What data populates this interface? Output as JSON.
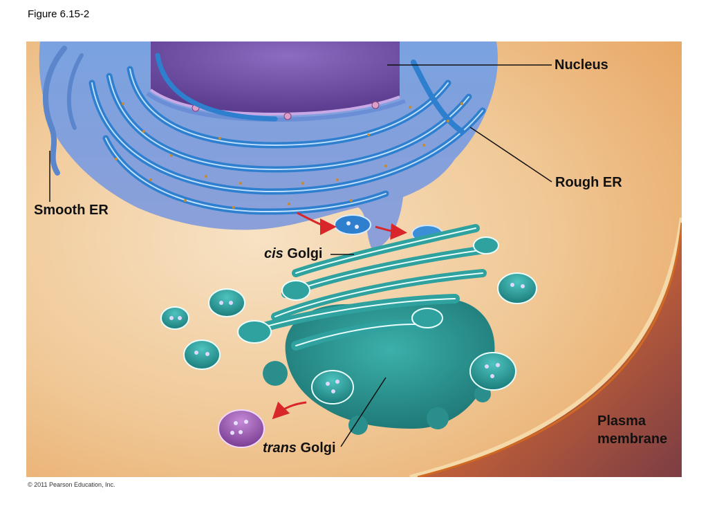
{
  "figure_label": "Figure 6.15-2",
  "copyright": "© 2011 Pearson Education, Inc.",
  "labels": {
    "nucleus": "Nucleus",
    "rough_er": "Rough ER",
    "smooth_er": "Smooth ER",
    "cis_italic": "cis",
    "cis_rest": " Golgi",
    "trans_italic": "trans",
    "trans_rest": " Golgi",
    "plasma_line1": "Plasma",
    "plasma_line2": "membrane"
  },
  "colors": {
    "cytoplasm": "#f2c99a",
    "membrane_edge": "#e07a1a",
    "nucleus": "#7b5aa8",
    "er": "#3a8fd6",
    "golgi": "#2f9c9a",
    "vesicle_trans": "#9a5cb0",
    "arrow": "#d8262a"
  }
}
